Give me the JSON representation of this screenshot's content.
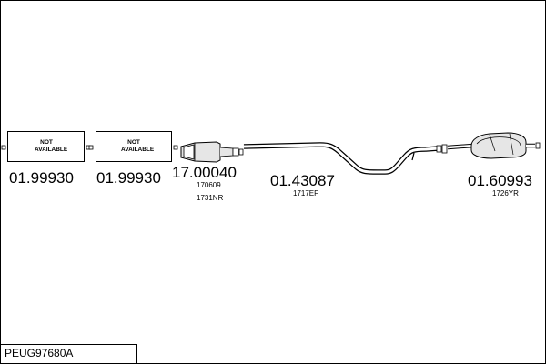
{
  "title_box": {
    "model_code": "PEUG97680A"
  },
  "parts": [
    {
      "code": "01.99930",
      "status": "NOT AVAILABLE",
      "refs": []
    },
    {
      "code": "01.99930",
      "status": "NOT AVAILABLE",
      "refs": []
    },
    {
      "code": "17.00040",
      "status": "",
      "refs": [
        "170609",
        "1731NR"
      ]
    },
    {
      "code": "01.43087",
      "status": "",
      "refs": [
        "1717EF"
      ]
    },
    {
      "code": "01.60993",
      "status": "",
      "refs": [
        "1726YR"
      ]
    }
  ],
  "colors": {
    "line": "#000000",
    "fill": "#e6e6e6",
    "background": "#ffffff"
  }
}
